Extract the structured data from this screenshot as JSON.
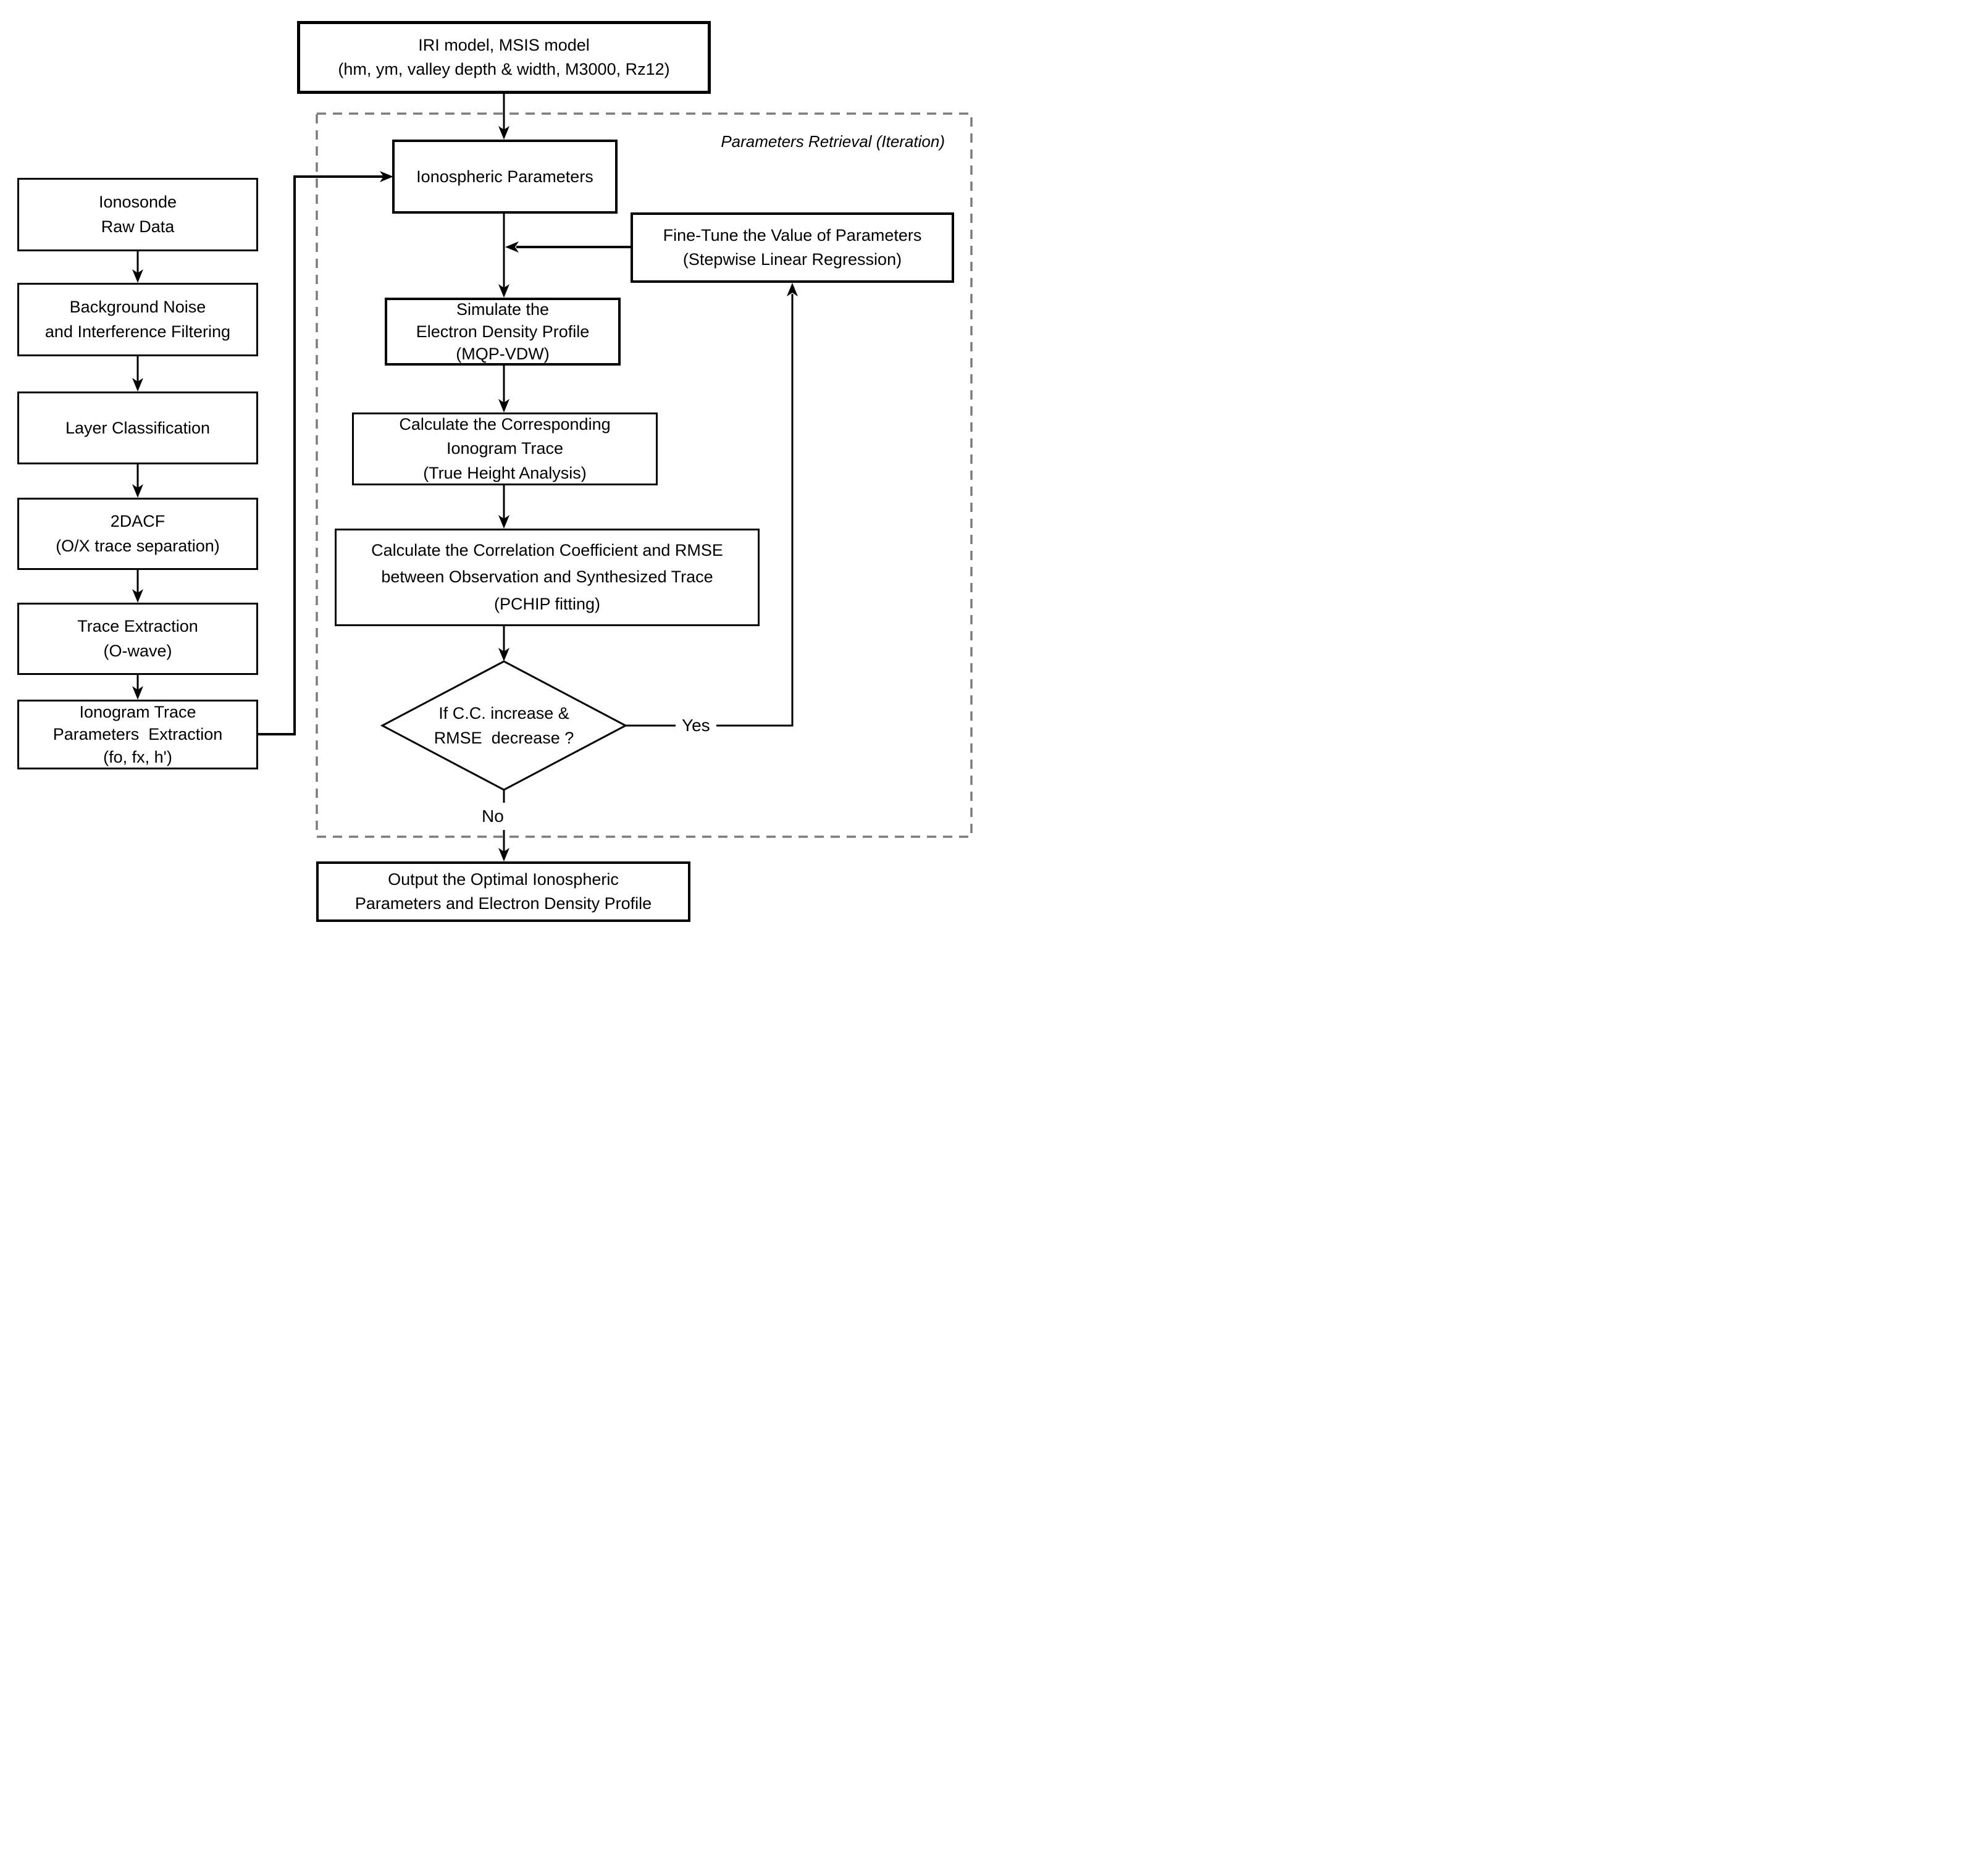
{
  "figure": {
    "kind": "flowchart",
    "region": {
      "label": "Parameters Retrieval (Iteration)"
    }
  },
  "colors": {
    "line": "#000000",
    "dashed_border": "#7b7b7b",
    "background": "#ffffff",
    "box_fill": "#ffffff",
    "text": "#000000"
  },
  "nodes": {
    "iri_model": {
      "label": "IRI model, MSIS model\n(hm, ym, valley depth & width, M3000, Rz12)"
    },
    "ionosonde_raw_data": {
      "label": "Ionosonde\nRaw Data"
    },
    "background_noise": {
      "label": "Background Noise\nand Interference Filtering"
    },
    "layer_classification": {
      "label": "Layer Classification"
    },
    "dacf": {
      "label": "2DACF\n(O/X trace separation)"
    },
    "trace_extraction": {
      "label": "Trace Extraction\n(O-wave)"
    },
    "ionogram_trace_params": {
      "label": "Ionogram Trace\nParameters  Extraction\n(fo, fx, h')"
    },
    "ionospheric_parameters": {
      "label": "Ionospheric Parameters"
    },
    "fine_tune": {
      "label": "Fine-Tune the Value of Parameters\n(Stepwise Linear Regression)"
    },
    "simulate_profile": {
      "label": "Simulate the\nElectron Density Profile\n(MQP-VDW)"
    },
    "calc_ionogram_trace": {
      "label": "Calculate the Corresponding\nIonogram Trace\n(True Height Analysis)"
    },
    "calc_cc_rmse": {
      "label": "Calculate the Correlation Coefficient and RMSE\nbetween Observation and Synthesized Trace\n(PCHIP fitting)"
    },
    "decision": {
      "label": "If C.C. increase &\nRMSE  decrease ?"
    },
    "output": {
      "label": "Output the Optimal Ionospheric\nParameters and Electron Density Profile"
    }
  },
  "edge_labels": {
    "yes": "Yes",
    "no": "No"
  }
}
